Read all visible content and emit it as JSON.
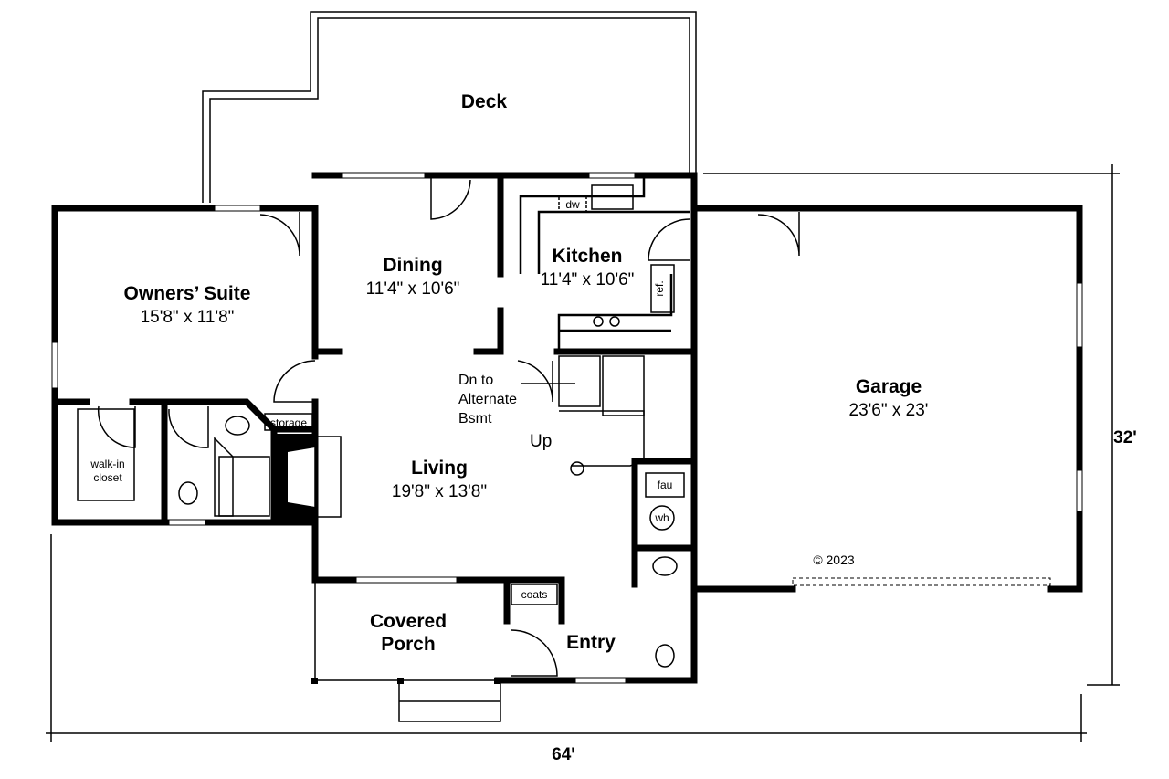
{
  "rooms": {
    "deck": {
      "name": "Deck"
    },
    "dining": {
      "name": "Dining",
      "size": "11'4\" x 10'6\""
    },
    "kitchen": {
      "name": "Kitchen",
      "size": "11'4\" x 10'6\""
    },
    "owners_suite": {
      "name": "Owners’ Suite",
      "size": "15'8\" x 11'8\""
    },
    "living": {
      "name": "Living",
      "size": "19'8\" x 13'8\""
    },
    "garage": {
      "name": "Garage",
      "size": "23'6\" x 23'"
    },
    "covered_porch": {
      "name_line1": "Covered",
      "name_line2": "Porch"
    },
    "entry": {
      "name": "Entry"
    },
    "walk_in_closet": {
      "line1": "walk-in",
      "line2": "closet"
    },
    "storage": {
      "name": "storage"
    },
    "coats": {
      "name": "coats"
    }
  },
  "fixtures": {
    "dishwasher": "dw",
    "refrigerator": "ref.",
    "furnace": "fau",
    "water_heater": "wh"
  },
  "stairs": {
    "down_line1": "Dn to",
    "down_line2": "Alternate",
    "down_line3": "Bsmt",
    "up": "Up"
  },
  "copyright": "© 2023",
  "dimensions": {
    "depth": "32'",
    "width": "64'"
  }
}
